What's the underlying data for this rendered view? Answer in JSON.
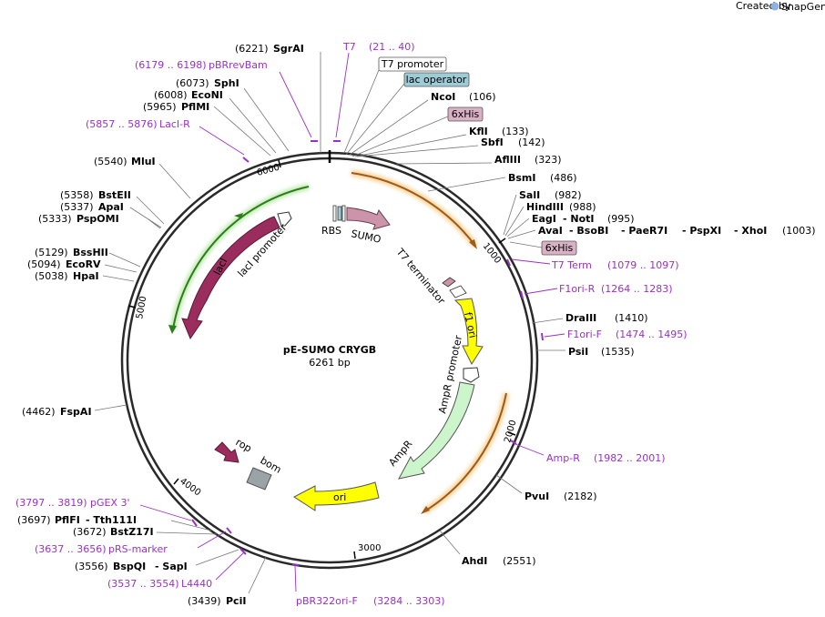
{
  "header": {
    "credit": "Created by",
    "brand": "SnapGene"
  },
  "plasmid": {
    "name": "pE-SUMO CRYGB",
    "size": "6261 bp"
  },
  "ticks": [
    "1000",
    "2000",
    "3000",
    "4000",
    "5000",
    "6000"
  ],
  "sites": {
    "sgrai": {
      "pos": "(6221)",
      "name": "SgrAI"
    },
    "sphi": {
      "pos": "(6073)",
      "name": "SphI"
    },
    "econi": {
      "pos": "(6008)",
      "name": "EcoNI"
    },
    "pflmi": {
      "pos": "(5965)",
      "name": "PflMI"
    },
    "mlui": {
      "pos": "(5540)",
      "name": "MluI"
    },
    "bsteii": {
      "pos": "(5358)",
      "name": "BstEII"
    },
    "apai": {
      "pos": "(5337)",
      "name": "ApaI"
    },
    "pspomi": {
      "pos": "(5333)",
      "name": "PspOMI"
    },
    "bsshii": {
      "pos": "(5129)",
      "name": "BssHII"
    },
    "ecorv": {
      "pos": "(5094)",
      "name": "EcoRV"
    },
    "hpai": {
      "pos": "(5038)",
      "name": "HpaI"
    },
    "fspai": {
      "pos": "(4462)",
      "name": "FspAI"
    },
    "pflfi": {
      "pos": "(3697)",
      "name": "PflFI",
      "name2": "- Tth111I"
    },
    "bstz17i": {
      "pos": "(3672)",
      "name": "BstZ17I"
    },
    "bspqi": {
      "pos": "(3556)",
      "name": "BspQI",
      "name2": "- SapI"
    },
    "pcii": {
      "pos": "(3439)",
      "name": "PciI"
    },
    "ncoi": {
      "name": "NcoI",
      "pos": "(106)"
    },
    "kfli": {
      "name": "KflI",
      "pos": "(133)"
    },
    "sbfi": {
      "name": "SbfI",
      "pos": "(142)"
    },
    "aflii": {
      "name": "AflIII",
      "pos": "(323)"
    },
    "bsmi": {
      "name": "BsmI",
      "pos": "(486)"
    },
    "sali": {
      "name": "SalI",
      "pos": "(982)"
    },
    "hindiii": {
      "name": "HindIII",
      "pos": "(988)"
    },
    "eagi": {
      "name": "EagI",
      "name2": "- NotI",
      "pos": "(995)"
    },
    "avai": {
      "name": "AvaI",
      "name2": "- BsoBI",
      "name3": "- PaeR7I",
      "name4": "- PspXI",
      "name5": "- XhoI",
      "pos": "(1003)"
    },
    "draiii": {
      "name": "DraIII",
      "pos": "(1410)"
    },
    "psii": {
      "name": "PsiI",
      "pos": "(1535)"
    },
    "pvui": {
      "name": "PvuI",
      "pos": "(2182)"
    },
    "ahdi": {
      "name": "AhdI",
      "pos": "(2551)"
    }
  },
  "primers": {
    "t7": {
      "name": "T7",
      "range": "(21 .. 40)"
    },
    "pbrrevbam": {
      "range": "(6179 .. 6198)",
      "name": "pBRrevBam"
    },
    "laci_r": {
      "range": "(5857 .. 5876)",
      "name": "LacI-R"
    },
    "t7term": {
      "name": "T7 Term",
      "range": "(1079 .. 1097)"
    },
    "f1ori_r": {
      "name": "F1ori-R",
      "range": "(1264 .. 1283)"
    },
    "f1ori_f": {
      "name": "F1ori-F",
      "range": "(1474 .. 1495)"
    },
    "amp_r": {
      "name": "Amp-R",
      "range": "(1982 .. 2001)"
    },
    "pgex3": {
      "range": "(3797 .. 3819)",
      "name": "pGEX 3'"
    },
    "prs": {
      "range": "(3637 .. 3656)",
      "name": "pRS-marker"
    },
    "l4440": {
      "range": "(3537 .. 3554)",
      "name": "L4440"
    },
    "pbr322": {
      "name": "pBR322ori-F",
      "range": "(3284 .. 3303)"
    }
  },
  "boxes": {
    "t7promoter": "T7 promoter",
    "lacoperator": "lac operator",
    "sixhis_top": "6xHis",
    "sixhis_right": "6xHis"
  },
  "features": {
    "rbs": "RBS",
    "sumo": "SUMO",
    "t7terminator": "T7 terminator",
    "f1ori": "f1 ori",
    "amprpromoter": "AmpR promoter",
    "ampr": "AmpR",
    "ori": "ori",
    "rop": "rop",
    "bom": "bom",
    "laci": "lacI",
    "lacipromoter": "lacI promoter"
  },
  "colors": {
    "primer": "#9b30c8",
    "ampr_fill": "#ccf5cc",
    "yellow": "#ffff00",
    "laci": "#9b2d5e",
    "sumo": "#cc94a8",
    "lacop_box": "#9dcbd6",
    "his_box": "#d9b1c4",
    "orf_orange": "#a05a1a",
    "orf_green": "#2e7d1c"
  }
}
